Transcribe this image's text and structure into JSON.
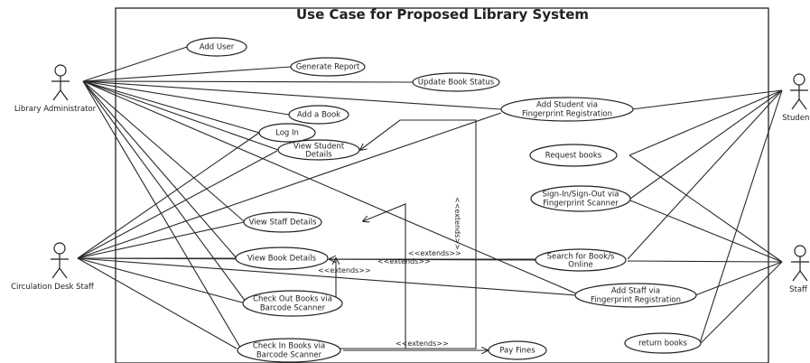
{
  "title": "Use Case for Proposed Library System",
  "actors": {
    "admin": "Library Administrator",
    "circ": "Circulation Desk Staff",
    "student": "Student",
    "staff": "Staff"
  },
  "use_cases": {
    "add_user": "Add User",
    "generate_report": "Generate Report",
    "update_book_status": "Update Book Status",
    "add_student": [
      "Add Student via",
      "Fingerprint Registration"
    ],
    "add_book": "Add a Book",
    "log_in": "Log In",
    "view_student": [
      "View Student",
      "Details"
    ],
    "request_books": "Request books",
    "sign_in_out": [
      "Sign-In/Sign-Out via",
      "Fingerprint Scanner"
    ],
    "view_staff": "View Staff Details",
    "view_book": "View Book Details",
    "search_book": [
      "Search for Book/s",
      "Online"
    ],
    "add_staff": [
      "Add Staff via",
      "Fingerprint Registration"
    ],
    "check_out": [
      "Check Out Books via",
      "Barcode Scanner"
    ],
    "check_in": [
      "Check In Books via",
      "Barcode Scanner"
    ],
    "pay_fines": "Pay Fines",
    "return_books": "return books"
  },
  "relations": {
    "extends": "<<extends>>",
    "extends_a": "<<extends>>",
    "extends_b": "<<extends>>",
    "extends_c": "<<extends>>",
    "extends_d": "<<extends>>"
  }
}
